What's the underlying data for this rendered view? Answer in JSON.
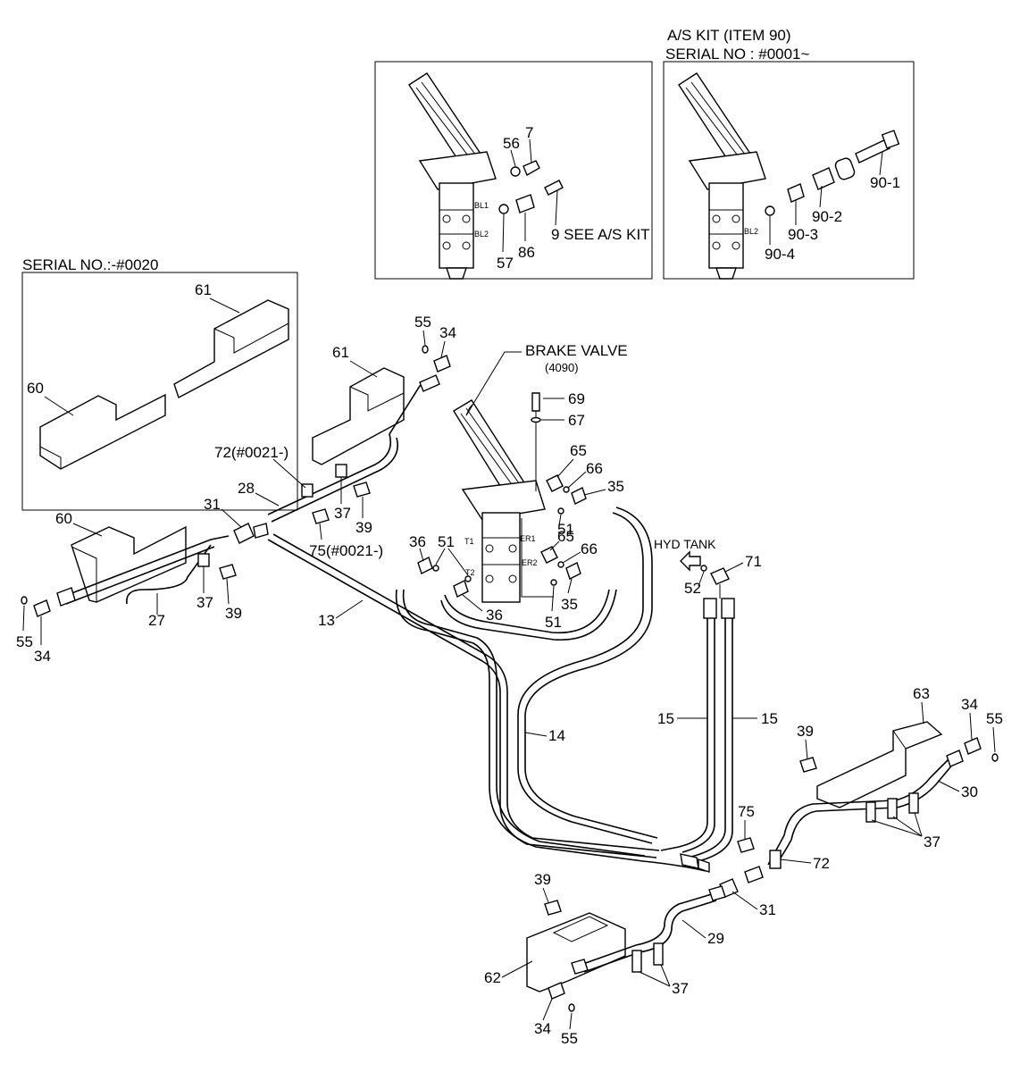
{
  "headings": {
    "as_kit": "A/S KIT (ITEM 90)",
    "serial_from": "SERIAL NO : #0001~",
    "serial_to": "SERIAL NO.:-#0020",
    "brake_valve": "BRAKE VALVE",
    "brake_valve_code": "(4090)",
    "hyd_tank": "HYD  TANK"
  },
  "port_labels": {
    "bl1_a": "BL1",
    "bl2_a": "BL2",
    "bl2_b": "BL2",
    "t1": "T1",
    "t2": "T2",
    "er1": "ER1",
    "er2": "ER2"
  },
  "callouts": {
    "c56": "56",
    "c7": "7",
    "c9": "9 SEE A/S KIT",
    "c57": "57",
    "c86": "86",
    "c90_1": "90-1",
    "c90_2": "90-2",
    "c90_3": "90-3",
    "c90_4": "90-4",
    "c61_inset": "61",
    "c60_inset": "60",
    "c55_top": "55",
    "c34_top": "34",
    "c61": "61",
    "c69": "69",
    "c67": "67",
    "c65_a": "65",
    "c66_a": "66",
    "c35_a": "35",
    "c51_a": "51",
    "c72_a": "72(#0021-)",
    "c28": "28",
    "c37_a": "37",
    "c39_a": "39",
    "c31_a": "31",
    "c75_a": "75(#0021-)",
    "c60": "60",
    "c36_a": "36",
    "c51_b": "51",
    "c65_b": "65",
    "c66_b": "66",
    "c36_b": "36",
    "c51_c": "51",
    "c35_b": "35",
    "c52": "52",
    "c71": "71",
    "c27": "27",
    "c37_b": "37",
    "c39_b": "39",
    "c55_left": "55",
    "c34_left": "34",
    "c13": "13",
    "c14": "14",
    "c15_a": "15",
    "c15_b": "15",
    "c63": "63",
    "c34_right": "34",
    "c55_right": "55",
    "c39_c": "39",
    "c30": "30",
    "c37_c": "37",
    "c75_b": "75",
    "c72_b": "72",
    "c31_b": "31",
    "c39_d": "39",
    "c29": "29",
    "c62": "62",
    "c37_d": "37",
    "c34_bottom": "34",
    "c55_bottom": "55"
  }
}
